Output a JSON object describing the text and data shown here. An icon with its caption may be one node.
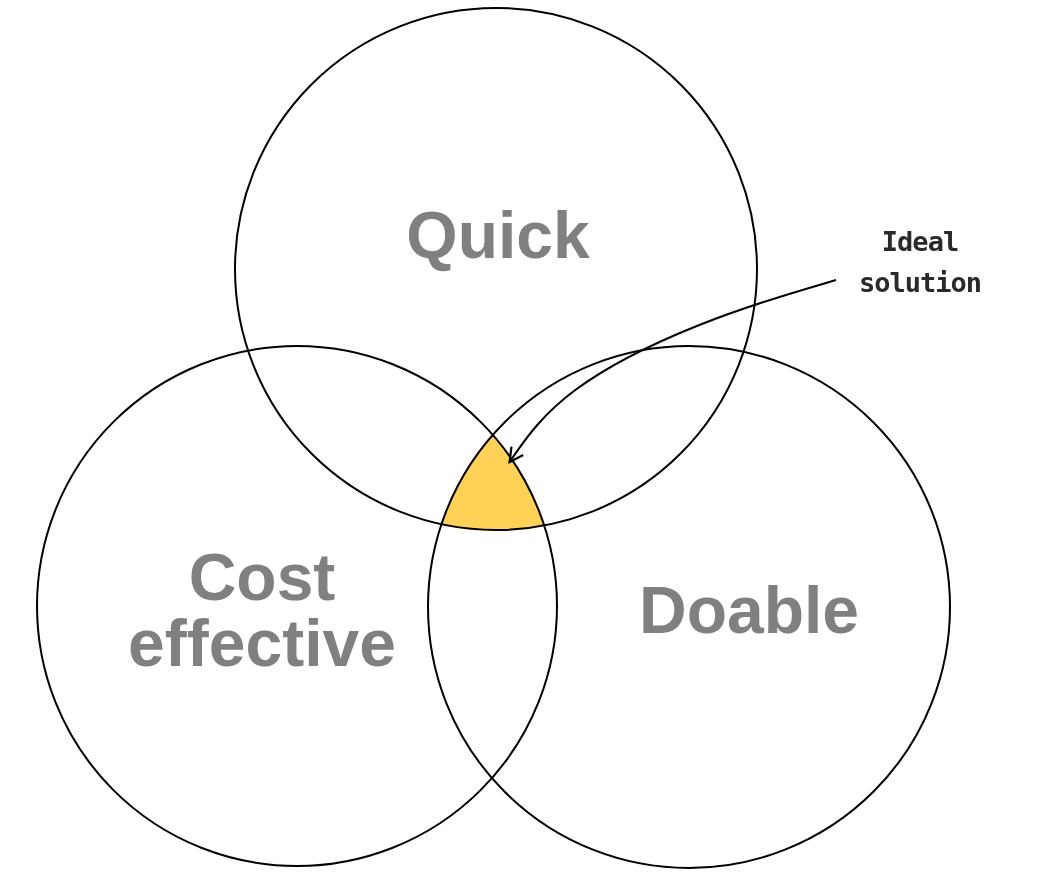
{
  "diagram": {
    "nodes": [
      {
        "text": [
          "Quick"
        ]
      },
      {
        "text": [
          "Cost effective"
        ]
      },
      {
        "text": [
          "Doable"
        ]
      },
      {
        "text": [
          "Ideal solution"
        ]
      },
      {
        "text": [],
        "shape": "triangle"
      }
    ],
    "edges": [
      {
        "from": 3,
        "to": 4,
        "arrow": "to"
      }
    ]
  }
}
